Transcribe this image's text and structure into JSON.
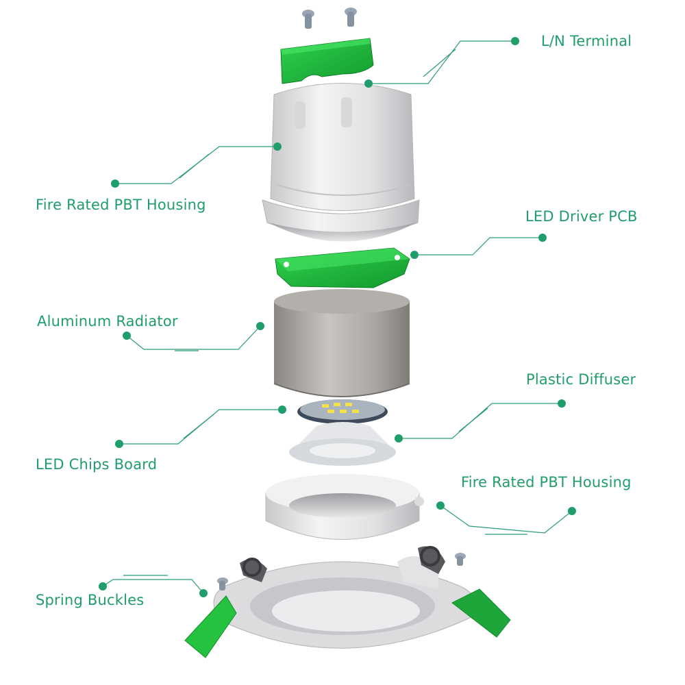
{
  "labels": {
    "ln_terminal": "L/N Terminal",
    "fire_housing_top": "Fire Rated PBT Housing",
    "led_driver_pcb": "LED Driver PCB",
    "aluminum_radiator": "Aluminum Radiator",
    "plastic_diffuser": "Plastic Diffuser",
    "led_chips_board": "LED Chips Board",
    "fire_housing_bottom": "Fire Rated PBT Housing",
    "spring_buckles": "Spring Buckles"
  },
  "colors": {
    "label_green": "#1f9d6b",
    "part_green": "#1cb33c",
    "line_green": "#2a9d6f"
  }
}
